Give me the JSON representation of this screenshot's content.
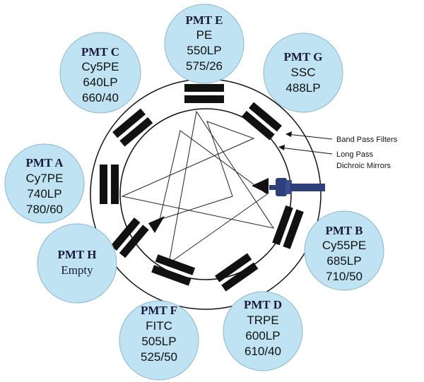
{
  "pmts": [
    {
      "id": "E",
      "title": "PMT E",
      "lines": [
        "PE",
        "550LP",
        "575/26"
      ]
    },
    {
      "id": "C",
      "title": "PMT C",
      "lines": [
        "Cy5PE",
        "640LP",
        "660/40"
      ]
    },
    {
      "id": "G",
      "title": "PMT G",
      "lines": [
        "SSC",
        "488LP"
      ]
    },
    {
      "id": "A",
      "title": "PMT A",
      "lines": [
        "Cy7PE",
        "740LP",
        "780/60"
      ]
    },
    {
      "id": "B",
      "title": "PMT B",
      "lines": [
        "Cy55PE",
        "685LP",
        "710/50"
      ]
    },
    {
      "id": "H",
      "title": "PMT H",
      "lines": [
        "Empty"
      ]
    },
    {
      "id": "F",
      "title": "PMT F",
      "lines": [
        "FITC",
        "505LP",
        "525/50"
      ]
    },
    {
      "id": "D",
      "title": "PMT D",
      "lines": [
        "TRPE",
        "600LP",
        "610/40"
      ]
    }
  ],
  "callouts": {
    "band_pass": "Band Pass Filters",
    "long_pass_line1": "Long Pass",
    "long_pass_line2": "Dichroic Mirrors"
  },
  "colors": {
    "bubble_fill": "#bfe3f3",
    "bubble_stroke": "#8fb6c9",
    "filter_fill": "#111111",
    "source_body": "#2e3f7a"
  }
}
